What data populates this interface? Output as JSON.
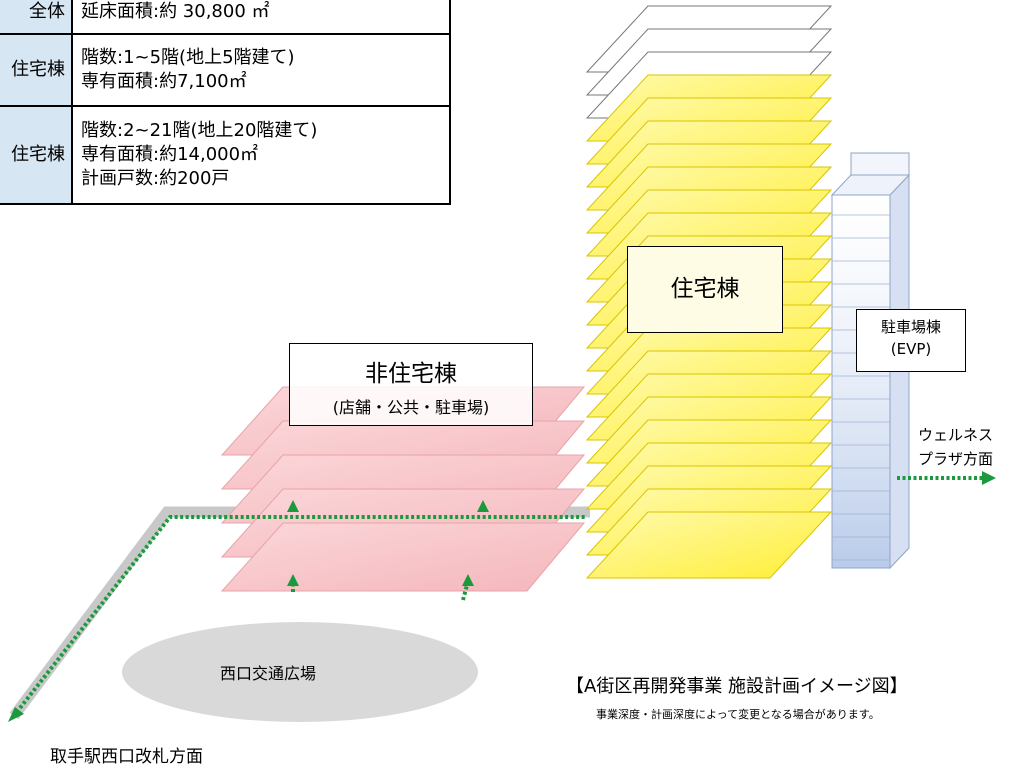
{
  "spec_table": {
    "rows": [
      {
        "key": "全体",
        "lines": [
          "延床面積:約 30,800 ㎡"
        ]
      },
      {
        "key": "住宅棟",
        "lines": [
          "階数:1~5階(地上5階建て)",
          "専有面積:約7,100㎡"
        ]
      },
      {
        "key": "住宅棟",
        "lines": [
          "階数:2~21階(地上20階建て)",
          "専有面積:約14,000㎡",
          "計画戸数:約200戸"
        ]
      }
    ]
  },
  "buildings": {
    "non_residential": {
      "title": "非住宅棟",
      "subtitle": "(店舗・公共・駐車場)",
      "color": "#f7c6c9"
    },
    "residential": {
      "title": "住宅棟",
      "color": "#fff25a"
    },
    "parking": {
      "title": "駐車場棟",
      "subtitle": "(EVP)",
      "color": "#c5d5ee"
    }
  },
  "plaza": {
    "label": "西口交通広場",
    "color": "#d9d9d9"
  },
  "directions": {
    "wellness_line1": "ウェルネス",
    "wellness_line2": "プラザ方面",
    "station": "取手駅西口改札方面"
  },
  "caption": {
    "title": "【A街区再開発事業 施設計画イメージ図】",
    "note": "事業深度・計画深度によって変更となる場合があります。"
  },
  "route_color": "#1a9a3c"
}
